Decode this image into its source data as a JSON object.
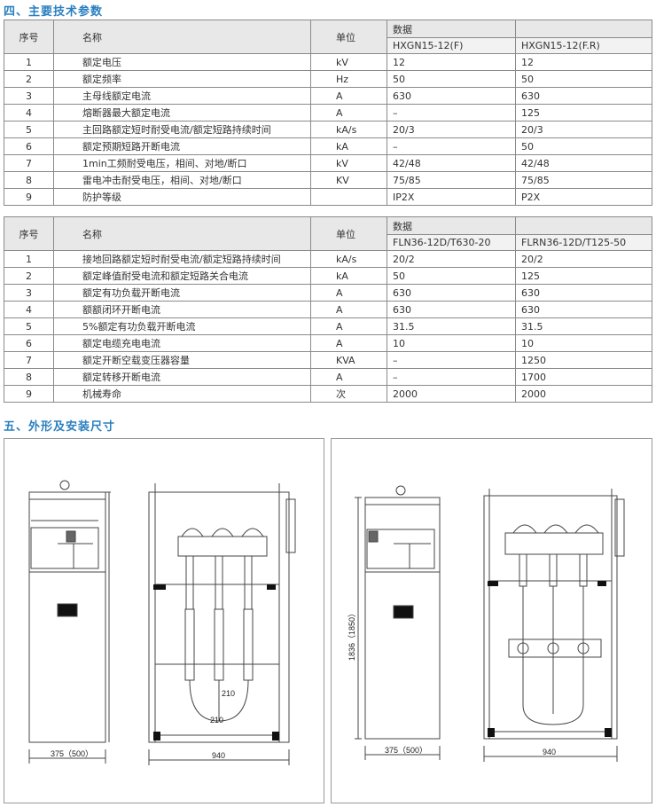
{
  "section4": {
    "title": "四、主要技术参数"
  },
  "table1": {
    "headers": {
      "no": "序号",
      "name": "名称",
      "unit": "单位",
      "data": "数据",
      "col1": "HXGN15-12(F)",
      "col2": "HXGN15-12(F.R)"
    },
    "rows": [
      {
        "no": "1",
        "name": "额定电压",
        "unit": "kV",
        "v1": "12",
        "v2": "12"
      },
      {
        "no": "2",
        "name": "额定频率",
        "unit": "Hz",
        "v1": "50",
        "v2": "50"
      },
      {
        "no": "3",
        "name": "主母线额定电流",
        "unit": "A",
        "v1": "630",
        "v2": "630"
      },
      {
        "no": "4",
        "name": "熔断器最大额定电流",
        "unit": "A",
        "v1": "–",
        "v2": "125"
      },
      {
        "no": "5",
        "name": "主回路额定短时耐受电流/额定短路持续时间",
        "unit": "kA/s",
        "v1": "20/3",
        "v2": "20/3"
      },
      {
        "no": "6",
        "name": "额定预期短路开断电流",
        "unit": "kA",
        "v1": "–",
        "v2": "50"
      },
      {
        "no": "7",
        "name": "1min工频耐受电压，相间、对地/断口",
        "unit": "kV",
        "v1": "42/48",
        "v2": "42/48"
      },
      {
        "no": "8",
        "name": "雷电冲击耐受电压，相间、对地/断口",
        "unit": "KV",
        "v1": "75/85",
        "v2": "75/85"
      },
      {
        "no": "9",
        "name": "防护等级",
        "unit": "",
        "v1": "IP2X",
        "v2": "P2X"
      }
    ]
  },
  "table2": {
    "headers": {
      "no": "序号",
      "name": "名称",
      "unit": "单位",
      "data": "数据",
      "col1": "FLN36-12D/T630-20",
      "col2": "FLRN36-12D/T125-50"
    },
    "rows": [
      {
        "no": "1",
        "name": "接地回路额定短时耐受电流/额定短路持续时间",
        "unit": "kA/s",
        "v1": "20/2",
        "v2": "20/2"
      },
      {
        "no": "2",
        "name": "额定峰值耐受电流和额定短路关合电流",
        "unit": "kA",
        "v1": "50",
        "v2": "125"
      },
      {
        "no": "3",
        "name": "额定有功负载开断电流",
        "unit": "A",
        "v1": "630",
        "v2": "630"
      },
      {
        "no": "4",
        "name": "额额闭环开断电流",
        "unit": "A",
        "v1": "630",
        "v2": "630"
      },
      {
        "no": "5",
        "name": "5%额定有功负载开断电流",
        "unit": "A",
        "v1": "31.5",
        "v2": "31.5"
      },
      {
        "no": "6",
        "name": "额定电缆充电电流",
        "unit": "A",
        "v1": "10",
        "v2": "10"
      },
      {
        "no": "7",
        "name": "额定开断空载变压器容量",
        "unit": "KVA",
        "v1": "–",
        "v2": "1250"
      },
      {
        "no": "8",
        "name": "额定转移开断电流",
        "unit": "A",
        "v1": "–",
        "v2": "1700"
      },
      {
        "no": "9",
        "name": "机械寿命",
        "unit": "次",
        "v1": "2000",
        "v2": "2000"
      }
    ]
  },
  "section5": {
    "title": "五、外形及安装尺寸"
  },
  "drawing_left": {
    "width_side": "375（500）",
    "width_front": "940",
    "dim_a": "210",
    "dim_b": "210"
  },
  "drawing_right": {
    "height": "1836（1850）",
    "width_side": "375（500）",
    "width_front": "940"
  }
}
